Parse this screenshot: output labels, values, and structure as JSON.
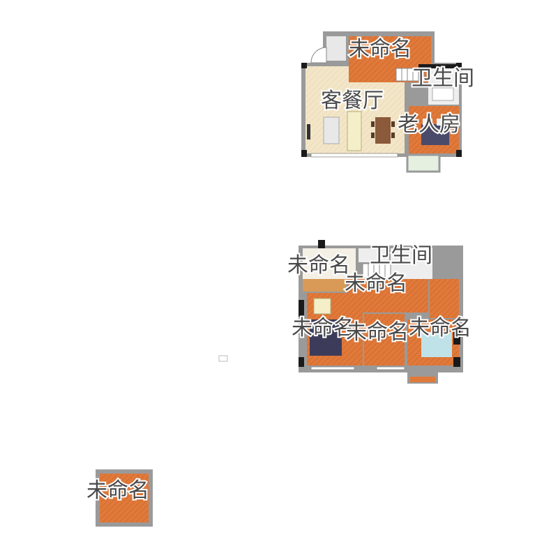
{
  "labels": {
    "top_unnamed": "未命名",
    "top_bath": "卫生间",
    "living_dining": "客餐厅",
    "elder_room": "老人房",
    "mid_bath": "卫生间",
    "mid_unnamed_a": "未命名",
    "mid_unnamed_b": "未命名",
    "mid_unnamed_c": "未命名",
    "mid_unnamed_d": "未命名",
    "mid_unnamed_e": "未命名",
    "bottom_unnamed": "未命名"
  },
  "colors": {
    "wall": "#9a9a9a",
    "wall_dark": "#1a1a1a",
    "floor_orange": "#e07a3a",
    "floor_wood": "#f2e3c2",
    "tile": "#f4f0e6",
    "bath_tile": "#eeeeee"
  }
}
